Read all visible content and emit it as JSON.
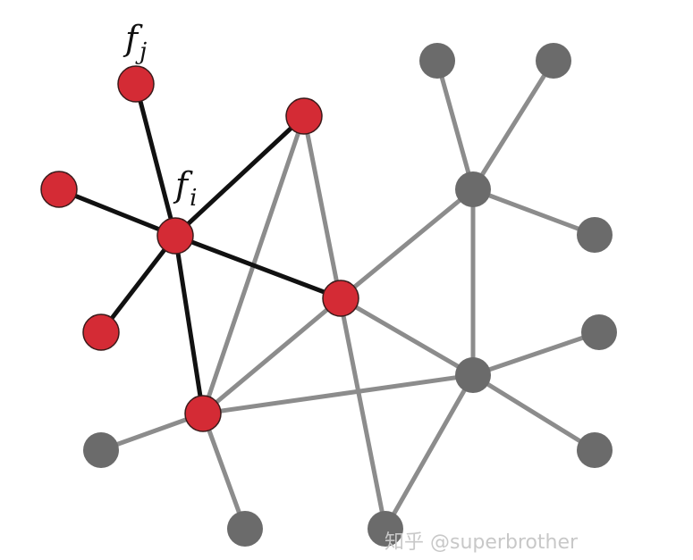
{
  "labels": {
    "fj": {
      "base": "f",
      "sub": "j"
    },
    "fi": {
      "base": "f",
      "sub": "i"
    }
  },
  "watermark": "知乎 @superbrother",
  "colors": {
    "highlight_node": "#d42b35",
    "highlight_node_stroke": "#3a1a1a",
    "highlight_edge": "#111111",
    "other_node": "#6b6b6b",
    "other_edge": "#8c8c8c"
  },
  "nodes": [
    {
      "id": "fj",
      "group": "highlight",
      "label": "fj"
    },
    {
      "id": "r_top",
      "group": "highlight"
    },
    {
      "id": "r_left",
      "group": "highlight"
    },
    {
      "id": "fi",
      "group": "highlight",
      "label": "fi"
    },
    {
      "id": "r_lowleft",
      "group": "highlight"
    },
    {
      "id": "r_mid",
      "group": "highlight"
    },
    {
      "id": "r_bottom",
      "group": "highlight"
    },
    {
      "id": "g_top1",
      "group": "other"
    },
    {
      "id": "g_top2",
      "group": "other"
    },
    {
      "id": "g_hub1",
      "group": "other"
    },
    {
      "id": "g_right1",
      "group": "other"
    },
    {
      "id": "g_right2",
      "group": "other"
    },
    {
      "id": "g_hub2",
      "group": "other"
    },
    {
      "id": "g_right3",
      "group": "other"
    },
    {
      "id": "g_left",
      "group": "other"
    },
    {
      "id": "g_bottom1",
      "group": "other"
    },
    {
      "id": "g_bottom2",
      "group": "other"
    }
  ],
  "edges": [
    {
      "from": "fi",
      "to": "fj",
      "group": "highlight"
    },
    {
      "from": "fi",
      "to": "r_left",
      "group": "highlight"
    },
    {
      "from": "fi",
      "to": "r_top",
      "group": "highlight"
    },
    {
      "from": "fi",
      "to": "r_lowleft",
      "group": "highlight"
    },
    {
      "from": "fi",
      "to": "r_mid",
      "group": "highlight"
    },
    {
      "from": "fi",
      "to": "r_bottom",
      "group": "highlight"
    },
    {
      "from": "r_top",
      "to": "r_bottom",
      "group": "other"
    },
    {
      "from": "r_top",
      "to": "g_bottom2",
      "group": "other"
    },
    {
      "from": "r_mid",
      "to": "r_bottom",
      "group": "other"
    },
    {
      "from": "r_mid",
      "to": "g_hub1",
      "group": "other"
    },
    {
      "from": "r_mid",
      "to": "g_hub2",
      "group": "other"
    },
    {
      "from": "r_bottom",
      "to": "g_hub2",
      "group": "other"
    },
    {
      "from": "r_bottom",
      "to": "g_left",
      "group": "other"
    },
    {
      "from": "r_bottom",
      "to": "g_bottom1",
      "group": "other"
    },
    {
      "from": "g_hub1",
      "to": "g_top1",
      "group": "other"
    },
    {
      "from": "g_hub1",
      "to": "g_top2",
      "group": "other"
    },
    {
      "from": "g_hub1",
      "to": "g_right1",
      "group": "other"
    },
    {
      "from": "g_hub1",
      "to": "g_hub2",
      "group": "other"
    },
    {
      "from": "g_hub2",
      "to": "g_right2",
      "group": "other"
    },
    {
      "from": "g_hub2",
      "to": "g_right3",
      "group": "other"
    },
    {
      "from": "g_hub2",
      "to": "g_bottom2",
      "group": "other"
    }
  ]
}
